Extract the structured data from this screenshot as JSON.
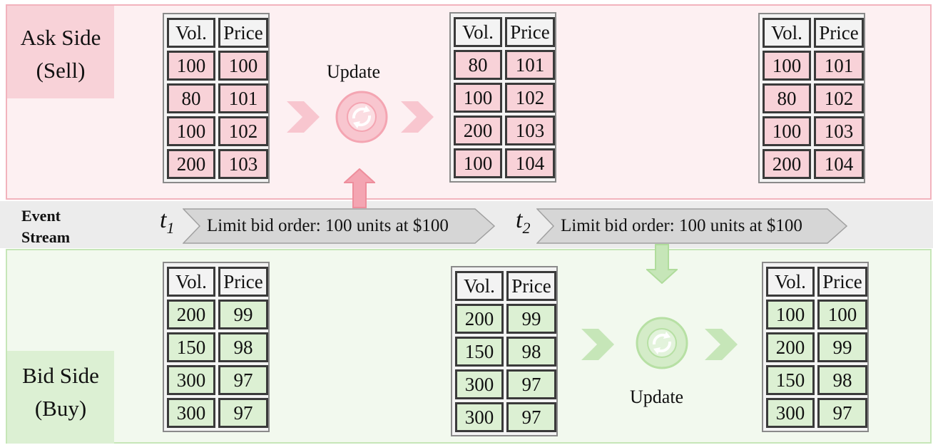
{
  "ask_side": {
    "label_line1": "Ask Side",
    "label_line2": "(Sell)",
    "books": [
      {
        "header": [
          "Vol.",
          "Price"
        ],
        "rows": [
          [
            "100",
            "100"
          ],
          [
            "80",
            "101"
          ],
          [
            "100",
            "102"
          ],
          [
            "200",
            "103"
          ]
        ]
      },
      {
        "header": [
          "Vol.",
          "Price"
        ],
        "rows": [
          [
            "80",
            "101"
          ],
          [
            "100",
            "102"
          ],
          [
            "200",
            "103"
          ],
          [
            "100",
            "104"
          ]
        ]
      },
      {
        "header": [
          "Vol.",
          "Price"
        ],
        "rows": [
          [
            "100",
            "101"
          ],
          [
            "80",
            "102"
          ],
          [
            "100",
            "103"
          ],
          [
            "200",
            "104"
          ]
        ]
      }
    ],
    "update_label": "Update"
  },
  "event_stream": {
    "label_line1": "Event",
    "label_line2": "Stream",
    "events": [
      {
        "time_symbol": "t",
        "time_subscript": "1",
        "text": "Limit bid order: 100 units at $100"
      },
      {
        "time_symbol": "t",
        "time_subscript": "2",
        "text": "Limit bid order: 100 units at $100"
      }
    ]
  },
  "bid_side": {
    "label_line1": "Bid Side",
    "label_line2": "(Buy)",
    "books": [
      {
        "header": [
          "Vol.",
          "Price"
        ],
        "rows": [
          [
            "200",
            "99"
          ],
          [
            "150",
            "98"
          ],
          [
            "300",
            "97"
          ],
          [
            "300",
            "97"
          ]
        ]
      },
      {
        "header": [
          "Vol.",
          "Price"
        ],
        "rows": [
          [
            "200",
            "99"
          ],
          [
            "150",
            "98"
          ],
          [
            "300",
            "97"
          ],
          [
            "300",
            "97"
          ]
        ]
      },
      {
        "header": [
          "Vol.",
          "Price"
        ],
        "rows": [
          [
            "100",
            "100"
          ],
          [
            "200",
            "99"
          ],
          [
            "150",
            "98"
          ],
          [
            "300",
            "97"
          ]
        ]
      }
    ],
    "update_label": "Update"
  },
  "colors": {
    "ask_fill": "#f8d2d8",
    "ask_accent": "#f4a5b2",
    "bid_fill": "#dcf0d3",
    "bid_accent": "#b7e0a4",
    "event_arrow": "#d6d6d6"
  },
  "icons": [
    "refresh-icon",
    "chevron-right-icon",
    "arrow-up-icon",
    "arrow-down-icon"
  ]
}
